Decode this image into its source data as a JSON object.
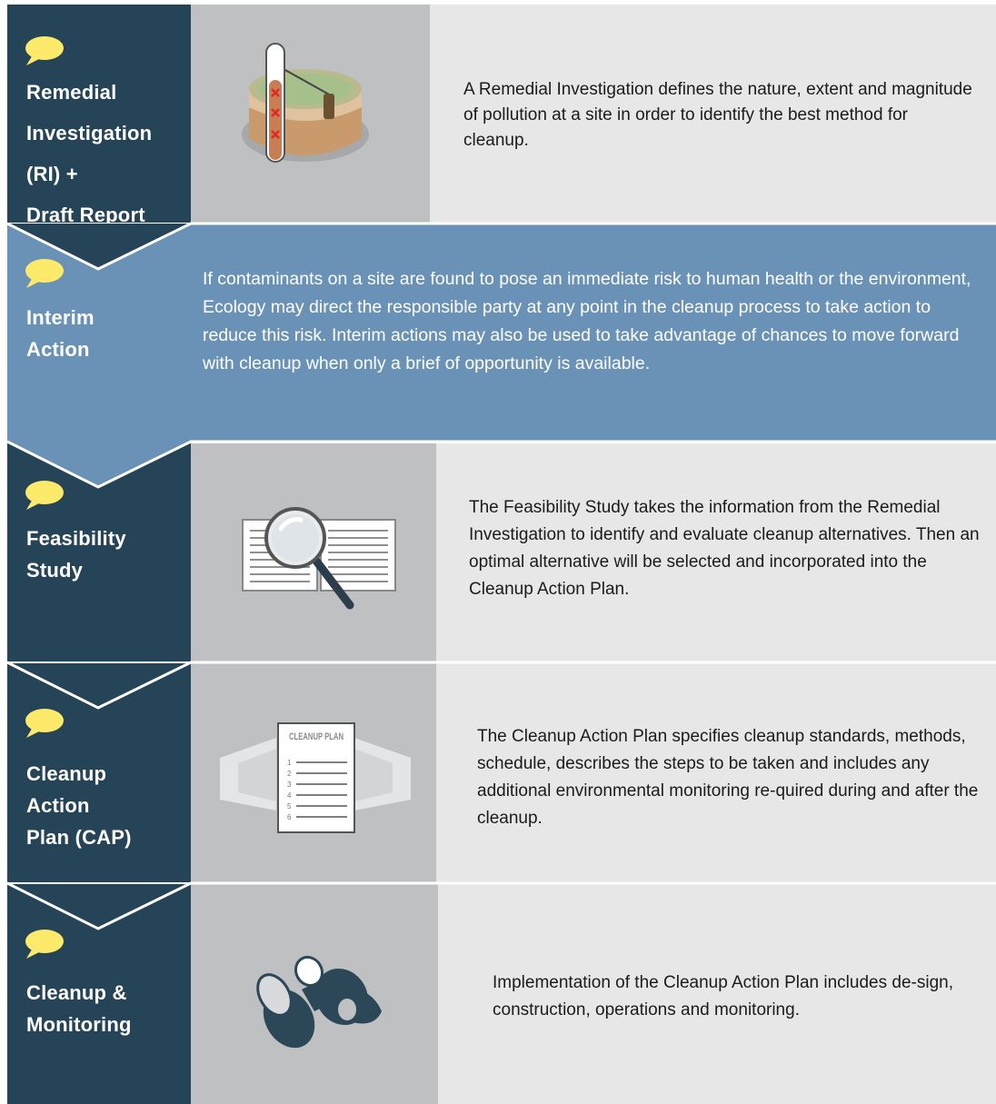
{
  "colors": {
    "navy": "#254457",
    "steel_blue": "#6a92b6",
    "icon_gray": "#bfc0c2",
    "desc_gray": "#e7e7e8",
    "bubble_yellow": "#fde96a"
  },
  "steps": [
    {
      "label": "Remedial\nInvestigation\n(RI) +\nDraft Report",
      "icon": "soil-sample-icon",
      "description": "A Remedial Investigation defines the nature, extent and magnitude of pollution at a site in order to identify the best method for cleanup."
    },
    {
      "label": "Interim\nAction",
      "icon": "speech-bubble-icon",
      "description": "If contaminants on a site are found to pose an immediate risk to human health or the environment, Ecology may direct the responsible party at any point in the cleanup process to take action to reduce this risk. Interim actions may also be used to take advantage of chances to move forward with cleanup when only a brief of opportunity is available."
    },
    {
      "label": "Feasibility\nStudy",
      "icon": "magnifying-glass-book-icon",
      "description": "The Feasibility Study takes the information from the Remedial Investigation to identify and evaluate cleanup alternatives. Then an optimal alternative will be selected and incorporated into the Cleanup Action Plan."
    },
    {
      "label": "Cleanup\nAction\nPlan (CAP)",
      "icon": "cleanup-plan-document-icon",
      "plan_heading": "CLEANUP PLAN",
      "plan_numbers": [
        "1",
        "2",
        "3",
        "4",
        "5",
        "6"
      ],
      "description": "The Cleanup Action Plan specifies cleanup standards, methods, schedule, describes the steps to be taken and includes any additional environmental monitoring re-quired during and after the cleanup."
    },
    {
      "label": "Cleanup &\nMonitoring",
      "icon": "binoculars-icon",
      "description": "Implementation of the Cleanup Action Plan includes de-sign, construction, operations and monitoring."
    }
  ]
}
